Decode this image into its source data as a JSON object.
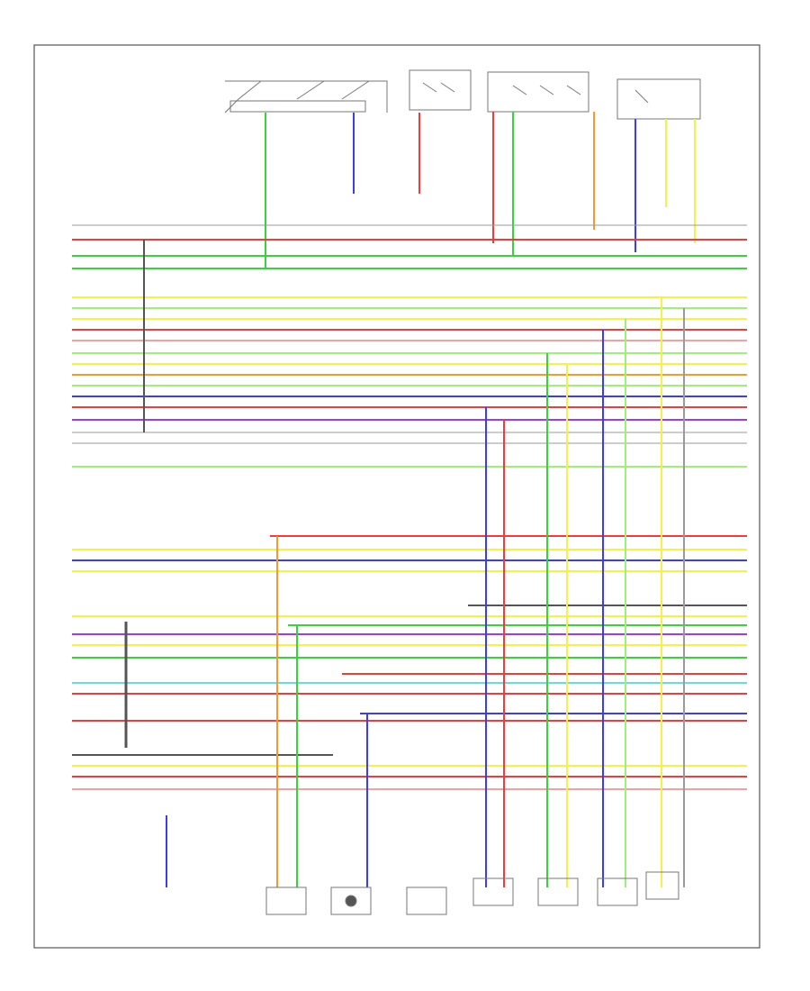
{
  "diagram": {
    "frame_label": "",
    "footer_left": "",
    "pin_labels_left": [],
    "wire_colors": [
      {
        "name": "green",
        "hex": "#3ad23a"
      },
      {
        "name": "blue",
        "hex": "#3c3cf0"
      },
      {
        "name": "red",
        "hex": "#f03c3c"
      },
      {
        "name": "yellow",
        "hex": "#f5f04a"
      },
      {
        "name": "orange",
        "hex": "#f59a30"
      },
      {
        "name": "lightgreen",
        "hex": "#9ef07a"
      },
      {
        "name": "gray",
        "hex": "#9a9a9a"
      },
      {
        "name": "black",
        "hex": "#555555"
      },
      {
        "name": "violet",
        "hex": "#9a3cf0"
      },
      {
        "name": "pink",
        "hex": "#f5a0a0"
      },
      {
        "name": "cyan",
        "hex": "#6adbe0"
      }
    ]
  }
}
